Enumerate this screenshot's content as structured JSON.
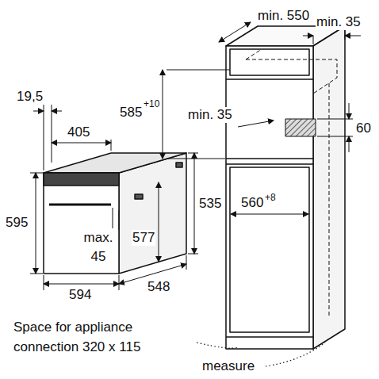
{
  "diagram": {
    "labels": [
      "min. 550",
      "min. 35",
      "585",
      "+10",
      "min. 35",
      "60",
      "560",
      "+8",
      "19,5",
      "405",
      "595",
      "535",
      "max. 45",
      "577",
      "594",
      "548",
      "Space for appliance connection 320 x 115",
      "measure"
    ]
  }
}
